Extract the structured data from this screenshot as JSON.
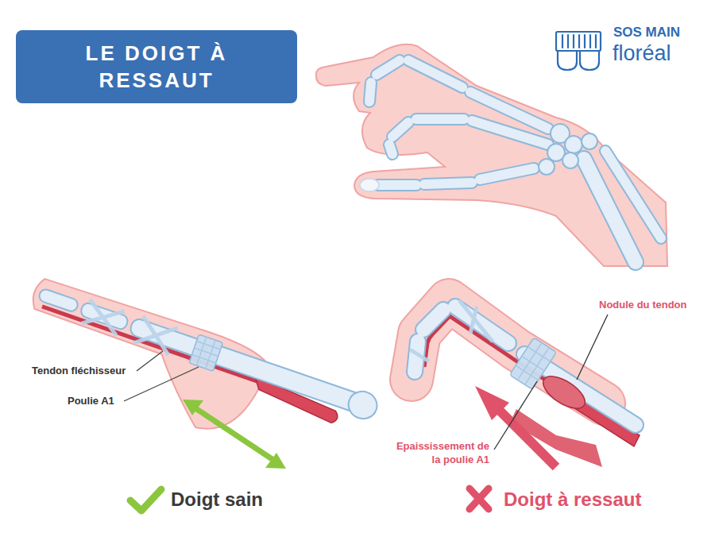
{
  "diagram": {
    "title": "LE DOIGT À RESSAUT",
    "labels": [
      "SOS MAIN",
      "floréal",
      "Nodule du tendon",
      "Tendon fléchisseur",
      "Poulie A1",
      "Epaississement de la poulie A1",
      "Doigt sain",
      "Doigt à ressaut"
    ]
  }
}
